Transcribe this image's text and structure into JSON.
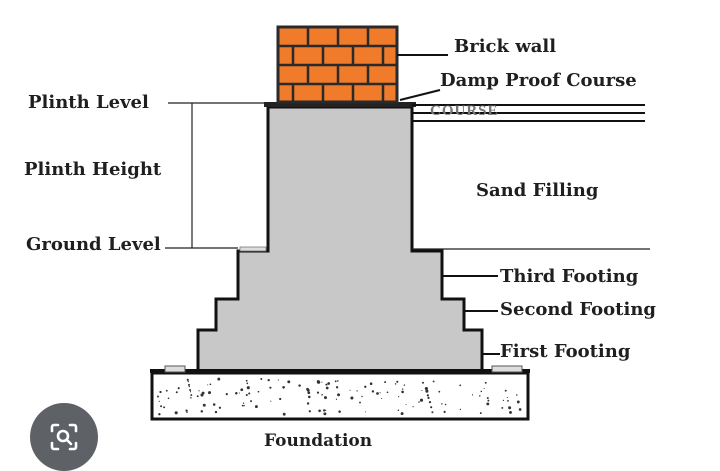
{
  "labels": {
    "brick_wall": "Brick wall",
    "damp_proof_course": "Damp Proof Course",
    "course_ghost": "COURSE",
    "plinth_level": "Plinth Level",
    "plinth_height": "Plinth Height",
    "sand_filling": "Sand Filling",
    "ground_level": "Ground Level",
    "third_footing": "Third Footing",
    "second_footing": "Second Footing",
    "first_footing": "First Footing",
    "foundation": "Foundation"
  },
  "colors": {
    "brick": "#f07b2a",
    "mortar": "#2a2a2a",
    "concrete": "#c8c8c8",
    "outline": "#111111",
    "lens_button": "#5e6266"
  },
  "overlay": {
    "icon": "camera-search-icon"
  }
}
